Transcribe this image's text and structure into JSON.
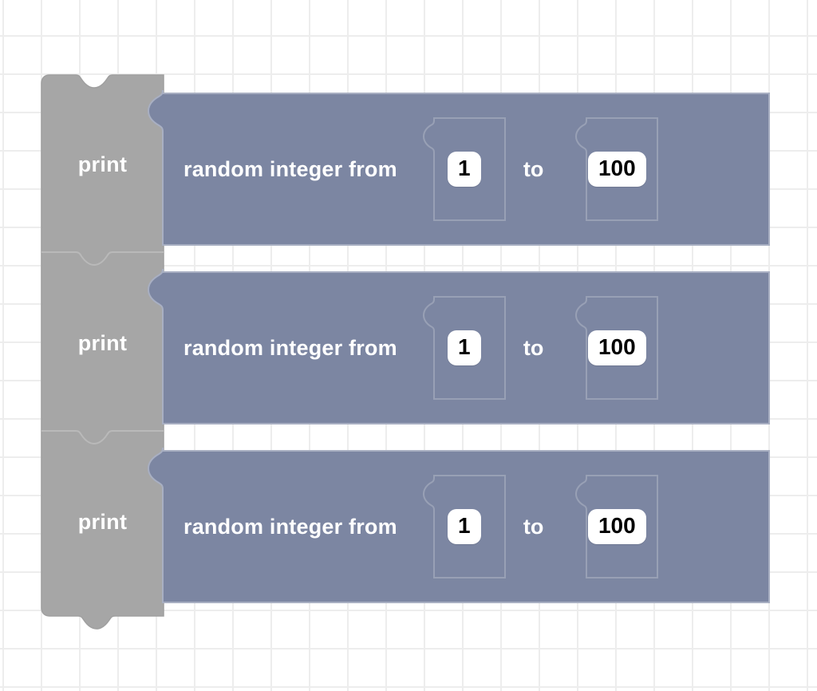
{
  "workspace": {
    "name": "blockly-workspace",
    "background_color": "#ffffff",
    "grid_color": "#ededed",
    "grid_spacing": 48
  },
  "palette": {
    "statement_block_color": "#A6A6A6",
    "statement_block_border": "#9c9c9c",
    "reporter_block_color": "#7C86A2",
    "reporter_block_border": "#a6adc0",
    "socket_outline_color": "#98a0b5",
    "field_background": "#ffffff",
    "field_text_color": "#000000",
    "block_text_color": "#ffffff"
  },
  "script": {
    "name": "print-random-integer-script",
    "blocks": [
      {
        "statement_label": "print",
        "reporter": {
          "label": "random integer from",
          "connector": "to",
          "inputs": [
            {
              "name": "from",
              "value": "1"
            },
            {
              "name": "to",
              "value": "100"
            }
          ]
        }
      },
      {
        "statement_label": "print",
        "reporter": {
          "label": "random integer from",
          "connector": "to",
          "inputs": [
            {
              "name": "from",
              "value": "1"
            },
            {
              "name": "to",
              "value": "100"
            }
          ]
        }
      },
      {
        "statement_label": "print",
        "reporter": {
          "label": "random integer from",
          "connector": "to",
          "inputs": [
            {
              "name": "from",
              "value": "1"
            },
            {
              "name": "to",
              "value": "100"
            }
          ]
        }
      }
    ]
  }
}
